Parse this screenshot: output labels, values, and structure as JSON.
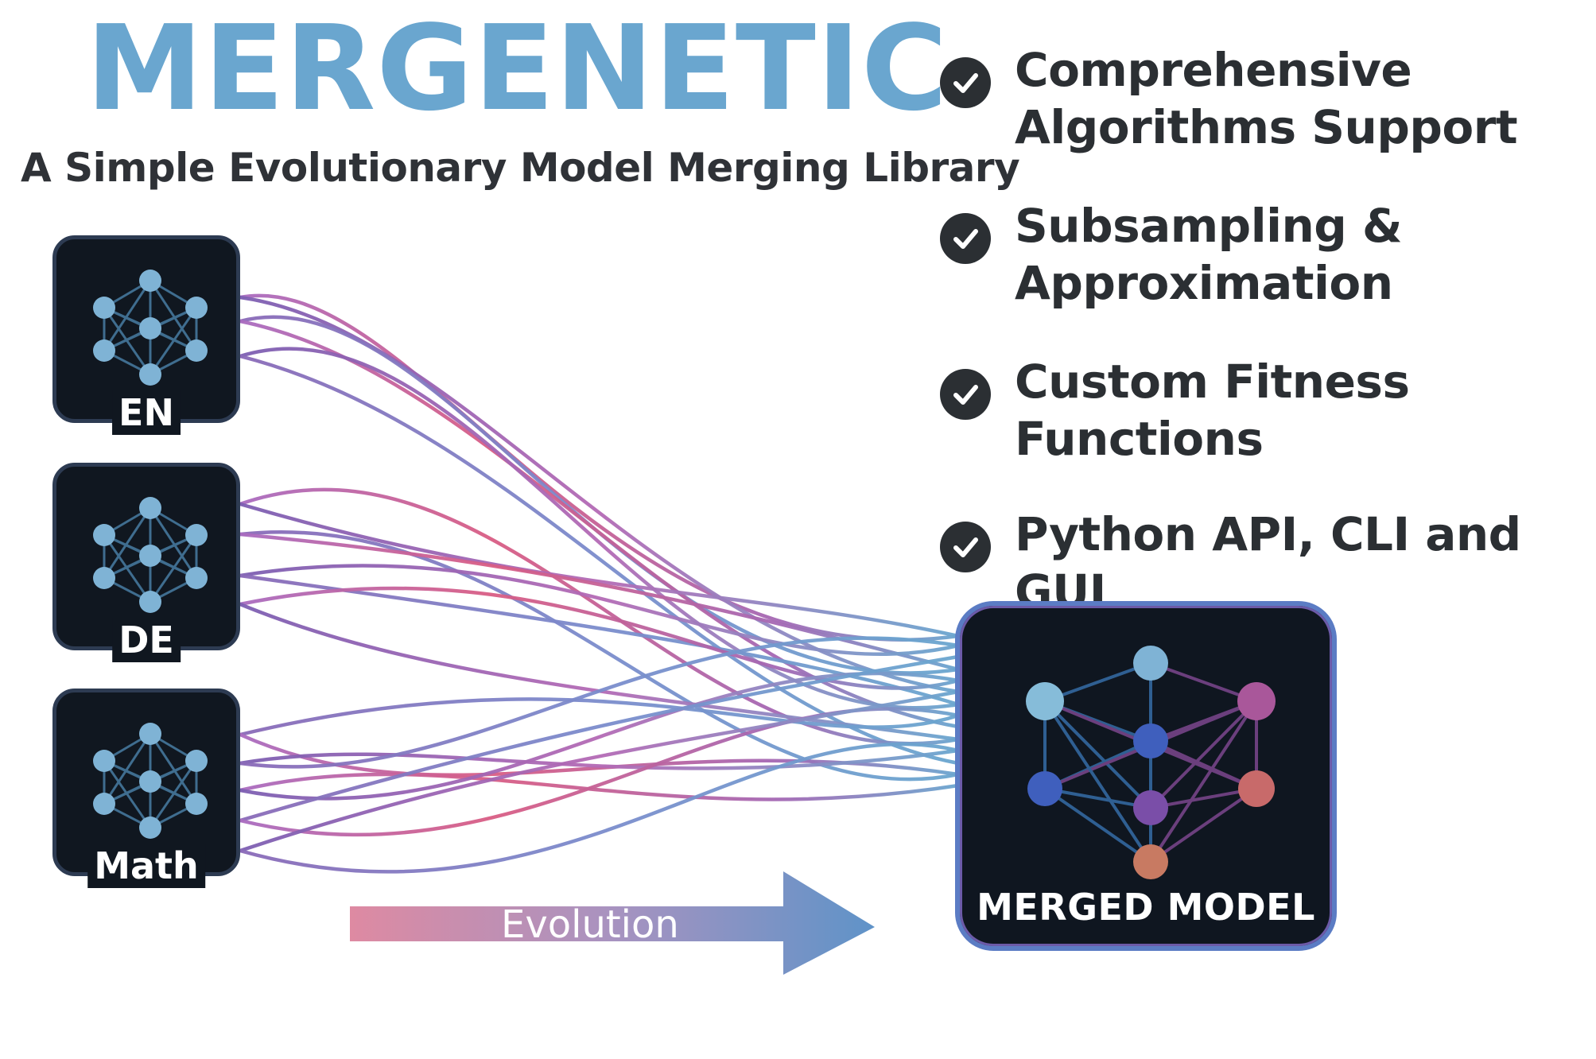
{
  "header": {
    "title": "MERGENETIC",
    "subtitle": "A Simple Evolutionary Model Merging Library"
  },
  "features": [
    {
      "text": "Comprehensive\nAlgorithms Support",
      "icon": "check-circle-icon"
    },
    {
      "text": "Subsampling &\nApproximation",
      "icon": "check-circle-icon"
    },
    {
      "text": "Custom Fitness\nFunctions",
      "icon": "check-circle-icon"
    },
    {
      "text": "Python API, CLI and GUI",
      "icon": "check-circle-icon"
    }
  ],
  "models": [
    {
      "label": "EN",
      "icon": "neural-network-icon"
    },
    {
      "label": "DE",
      "icon": "neural-network-icon"
    },
    {
      "label": "Math",
      "icon": "neural-network-icon"
    }
  ],
  "merged": {
    "label": "MERGED MODEL",
    "icon": "neural-network-icon"
  },
  "arrow": {
    "label": "Evolution"
  },
  "colors": {
    "title": "#6aa6cf",
    "box": "#101720",
    "node": "#7fb3d5",
    "wire_pink": "#d95d84",
    "wire_purple": "#8f5fb0",
    "wire_blue": "#6aa6cf",
    "arrow_start": "#de8aa2",
    "arrow_end": "#5f93c8"
  }
}
